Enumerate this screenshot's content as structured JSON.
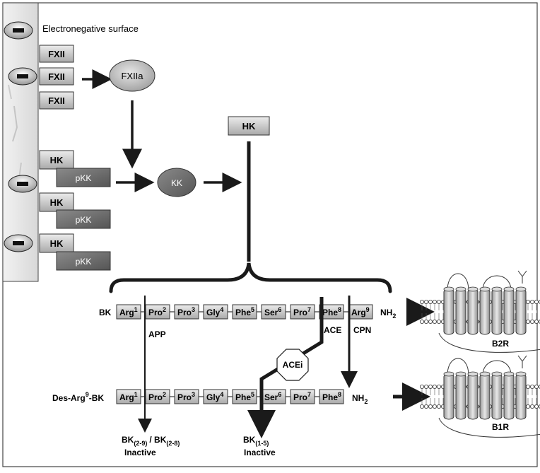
{
  "labels": {
    "surface": "Electronegative surface",
    "minus": "–",
    "fxii": "FXII",
    "fxiia": "FXIIa",
    "hk": "HK",
    "pkk": "pKK",
    "kk": "KK",
    "bk": "BK",
    "nh2": "NH",
    "nh2_sub": "2",
    "app": "APP",
    "ace": "ACE",
    "cpn": "CPN",
    "acei": "ACEi",
    "des_arg_pre": "Des-Arg",
    "des_arg_sup": "9",
    "des_arg_post": "-BK",
    "b2r": "B2R",
    "b1r": "B1R",
    "bk_29_pre": "BK",
    "bk_29_sub": "(2-9)",
    "bk_28_pre": "/ BK",
    "bk_28_sub": "(2-8)",
    "bk_15_pre": "BK",
    "bk_15_sub": "(1-5)",
    "inactive": "Inactive"
  },
  "bk_residues": [
    {
      "name": "Arg",
      "num": "1"
    },
    {
      "name": "Pro",
      "num": "2"
    },
    {
      "name": "Pro",
      "num": "3"
    },
    {
      "name": "Gly",
      "num": "4"
    },
    {
      "name": "Phe",
      "num": "5"
    },
    {
      "name": "Ser",
      "num": "6"
    },
    {
      "name": "Pro",
      "num": "7"
    },
    {
      "name": "Phe",
      "num": "8"
    },
    {
      "name": "Arg",
      "num": "9"
    }
  ],
  "desarg_residues": [
    {
      "name": "Arg",
      "num": "1"
    },
    {
      "name": "Pro",
      "num": "2"
    },
    {
      "name": "Pro",
      "num": "3"
    },
    {
      "name": "Gly",
      "num": "4"
    },
    {
      "name": "Phe",
      "num": "5"
    },
    {
      "name": "Ser",
      "num": "6"
    },
    {
      "name": "Pro",
      "num": "7"
    },
    {
      "name": "Phe",
      "num": "8"
    }
  ],
  "colors": {
    "dark_box": "#6e6e6e",
    "light_box": "#d4d4d4",
    "ellipse": "#bdbdbd",
    "kk": "#7a7a7a",
    "arrow": "#1a1a1a"
  }
}
